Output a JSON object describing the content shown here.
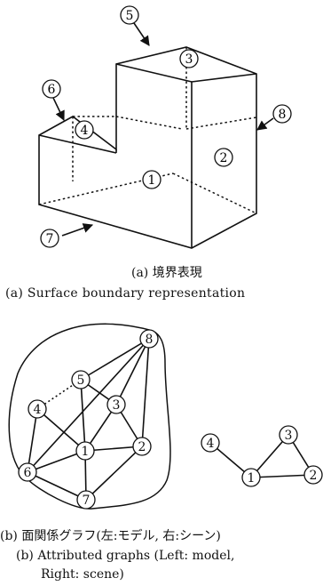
{
  "part_a": {
    "caption_jp": "(a)  境界表現",
    "caption_en": "(a)  Surface boundary representation",
    "faces": [
      {
        "id": "1",
        "label": "1"
      },
      {
        "id": "2",
        "label": "2"
      },
      {
        "id": "3",
        "label": "3"
      },
      {
        "id": "4",
        "label": "4"
      },
      {
        "id": "5",
        "label": "5"
      },
      {
        "id": "6",
        "label": "6"
      },
      {
        "id": "7",
        "label": "7"
      },
      {
        "id": "8",
        "label": "8"
      }
    ]
  },
  "part_b": {
    "caption_jp": "(b)  面関係グラフ(左:モデル, 右:シーン)",
    "caption_en_line1": "(b)  Attributed graphs (Left: model,",
    "caption_en_line2": "Right: scene)",
    "model_graph": {
      "nodes": [
        "1",
        "2",
        "3",
        "4",
        "5",
        "6",
        "7",
        "8"
      ],
      "edges": [
        {
          "from": "1",
          "to": "2",
          "style": "solid"
        },
        {
          "from": "1",
          "to": "3",
          "style": "solid"
        },
        {
          "from": "1",
          "to": "4",
          "style": "solid"
        },
        {
          "from": "1",
          "to": "5",
          "style": "solid"
        },
        {
          "from": "1",
          "to": "6",
          "style": "solid"
        },
        {
          "from": "1",
          "to": "7",
          "style": "solid"
        },
        {
          "from": "2",
          "to": "3",
          "style": "solid"
        },
        {
          "from": "2",
          "to": "7",
          "style": "solid"
        },
        {
          "from": "2",
          "to": "8",
          "style": "solid"
        },
        {
          "from": "3",
          "to": "5",
          "style": "solid"
        },
        {
          "from": "3",
          "to": "8",
          "style": "solid"
        },
        {
          "from": "4",
          "to": "6",
          "style": "solid"
        },
        {
          "from": "4",
          "to": "5",
          "style": "dotted"
        },
        {
          "from": "5",
          "to": "8",
          "style": "solid"
        },
        {
          "from": "6",
          "to": "7",
          "style": "solid"
        },
        {
          "from": "6",
          "to": "8",
          "style": "solid"
        }
      ]
    },
    "scene_graph": {
      "nodes": [
        "1",
        "2",
        "3",
        "4"
      ],
      "edges": [
        {
          "from": "1",
          "to": "2",
          "style": "solid"
        },
        {
          "from": "1",
          "to": "3",
          "style": "solid"
        },
        {
          "from": "1",
          "to": "4",
          "style": "solid"
        },
        {
          "from": "2",
          "to": "3",
          "style": "solid"
        }
      ]
    }
  }
}
